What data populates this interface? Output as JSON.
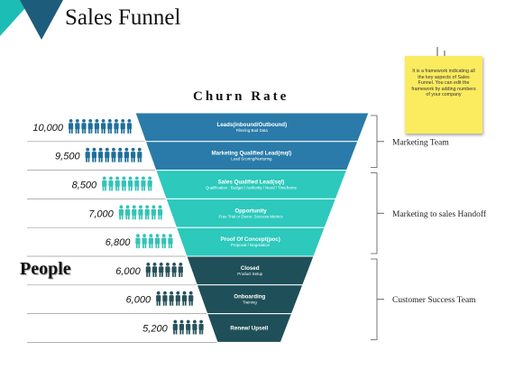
{
  "slide": {
    "title": "Sales Funnel",
    "churn_title": "Churn Rate",
    "people_label": "People"
  },
  "note": {
    "text": "It is a framework indicating all the key aspects of Sales Funnel. You can edit the framework by adding numbers of your company"
  },
  "colors": {
    "accent_teal": "#1cbdb5",
    "accent_navy": "#1d5c7b",
    "blue_stage": "#2a7ba9",
    "teal_stage": "#2cc9bc",
    "dark_stage": "#1f4f58",
    "figure_blue": "#1f6f9b",
    "figure_teal": "#34c3b7",
    "figure_dark": "#27525a"
  },
  "rows": [
    {
      "count": "10,000",
      "people": 10,
      "stage": "Leads(inbound/Outbound)",
      "sub": "Filtering Bad Data",
      "group": "blue"
    },
    {
      "count": "9,500",
      "people": 9,
      "stage": "Marketing Qualified Lead(mql)",
      "sub": "Lead Scoring/Nurturing",
      "group": "blue"
    },
    {
      "count": "8,500",
      "people": 8,
      "stage": "Sales Qualified Lead(sql)",
      "sub": "Qualification : Budget / Authority / Need / Timeframe",
      "group": "teal"
    },
    {
      "count": "7,000",
      "people": 7,
      "stage": "Opportunity",
      "sub": "Free Trial or Demo: Success Metrics",
      "group": "teal"
    },
    {
      "count": "6,800",
      "people": 6,
      "stage": "Proof Of Concept(poc)",
      "sub": "Proposal / Negotiation",
      "group": "teal"
    },
    {
      "count": "6,000",
      "people": 6,
      "stage": "Closed",
      "sub": "Product Setup",
      "group": "dark"
    },
    {
      "count": "6,000",
      "people": 6,
      "stage": "Onboarding",
      "sub": "Training",
      "group": "dark"
    },
    {
      "count": "5,200",
      "people": 5,
      "stage": "Renew/ Upsell",
      "sub": "",
      "group": "dark"
    }
  ],
  "teams": [
    {
      "label": "Marketing Team"
    },
    {
      "label": "Marketing to sales Handoff"
    },
    {
      "label": "Customer Success Team"
    }
  ]
}
